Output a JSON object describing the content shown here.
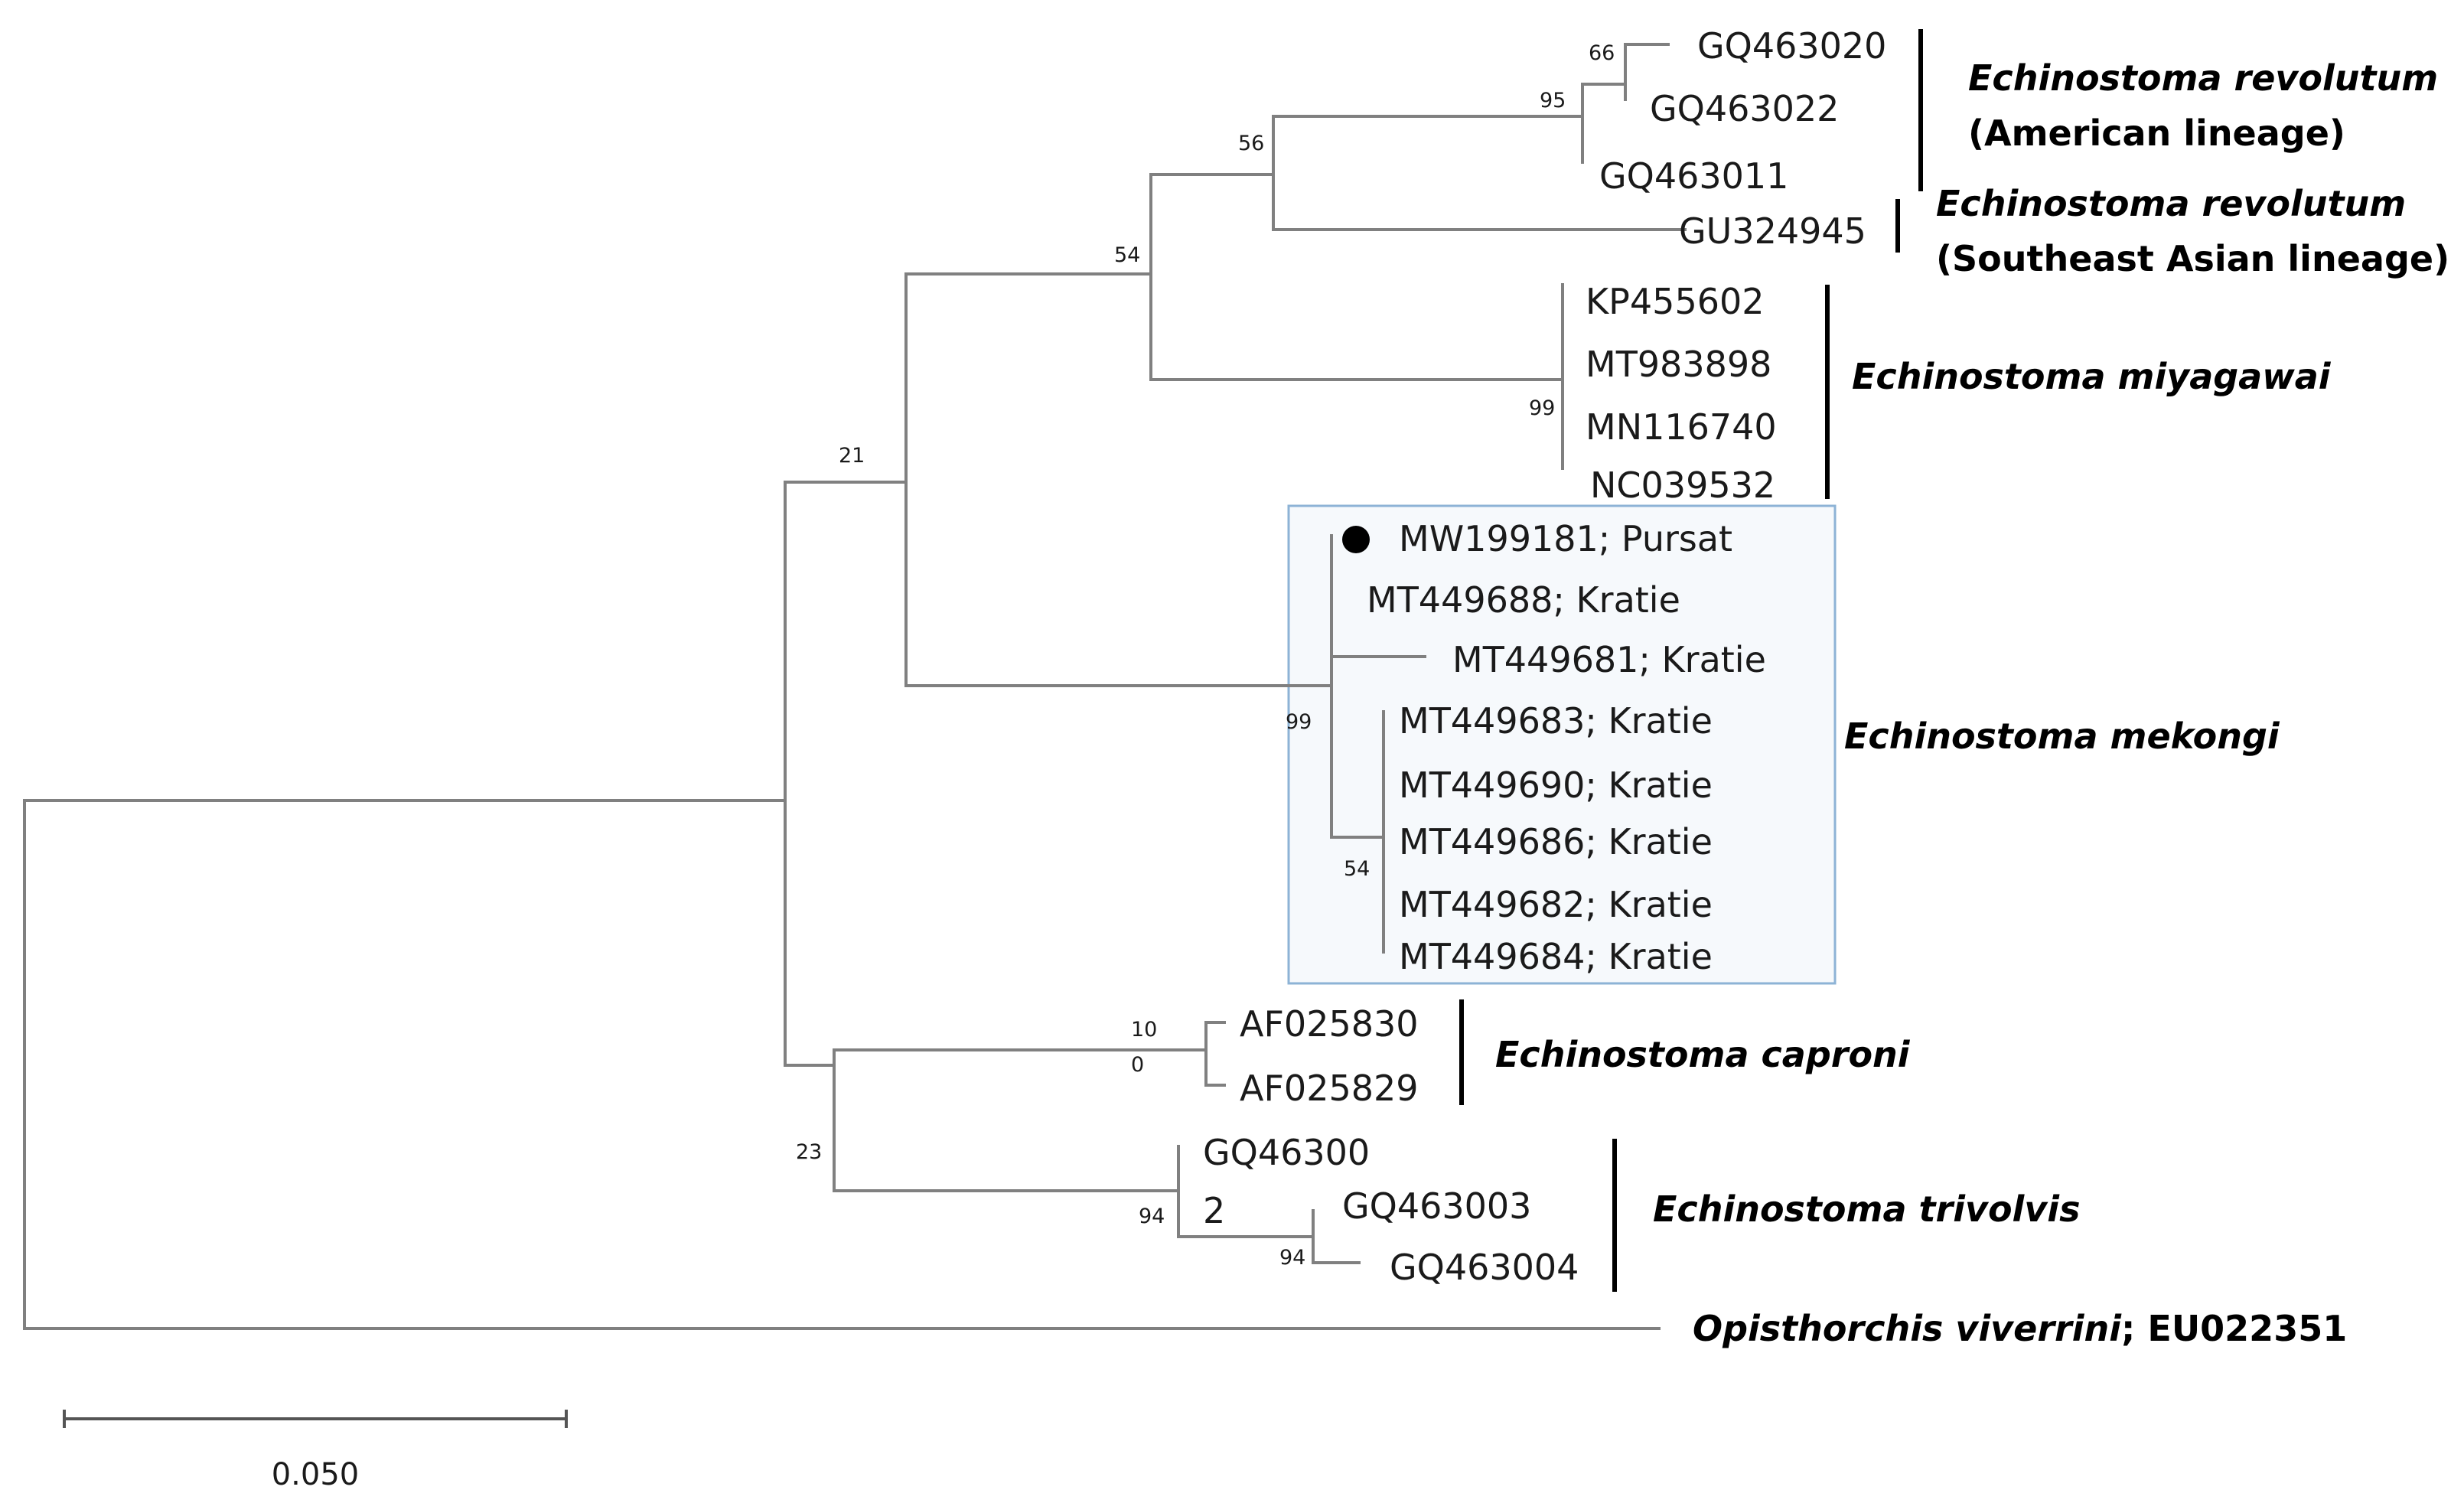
{
  "tips": {
    "gq463020": "GQ463020",
    "gq463022": "GQ463022",
    "gq463011": "GQ463011",
    "gu324945": "GU324945",
    "kp455602": "KP455602",
    "mt983898": "MT983898",
    "mn116740": "MN116740",
    "nc039532": "NC039532",
    "mw199181": "MW199181; Pursat",
    "mt449688": "MT449688; Kratie",
    "mt449681": "MT449681; Kratie",
    "mt449683": "MT449683; Kratie",
    "mt449690": "MT449690; Kratie",
    "mt449686": "MT449686; Kratie",
    "mt449682": "MT449682; Kratie",
    "mt449684": "MT449684; Kratie",
    "af025830": "AF025830",
    "af025829": "AF025829",
    "gq46300_a": "GQ46300",
    "gq46300_b": "2",
    "gq463003": "GQ463003",
    "gq463004": "GQ463004"
  },
  "bootstrap": {
    "n21": "21",
    "n54a": "54",
    "n56": "56",
    "n95": "95",
    "n66": "66",
    "n99a": "99",
    "n99b": "99",
    "n54b": "54",
    "n23": "23",
    "n10a": "10",
    "n10b": "0",
    "n94a": "94",
    "n94b": "94"
  },
  "clades": {
    "rev_american_1": "Echinostoma revolutum",
    "rev_american_2": "(American lineage)",
    "rev_se_1": "Echinostoma revolutum",
    "rev_se_2": "(Southeast Asian lineage)",
    "miyagawai": "Echinostoma miyagawai",
    "mekongi": "Echinostoma mekongi",
    "caproni": "Echinostoma caproni",
    "trivolvis": "Echinostoma trivolvis",
    "outgroup_species": "Opisthorchis viverrini",
    "outgroup_accession": "; EU022351"
  },
  "scale_bar": {
    "label": "0.050"
  },
  "colors": {
    "branch": "#808080",
    "highlight_border": "#8db3d6",
    "highlight_fill": "#f6f9fc",
    "marker": "#000000"
  }
}
